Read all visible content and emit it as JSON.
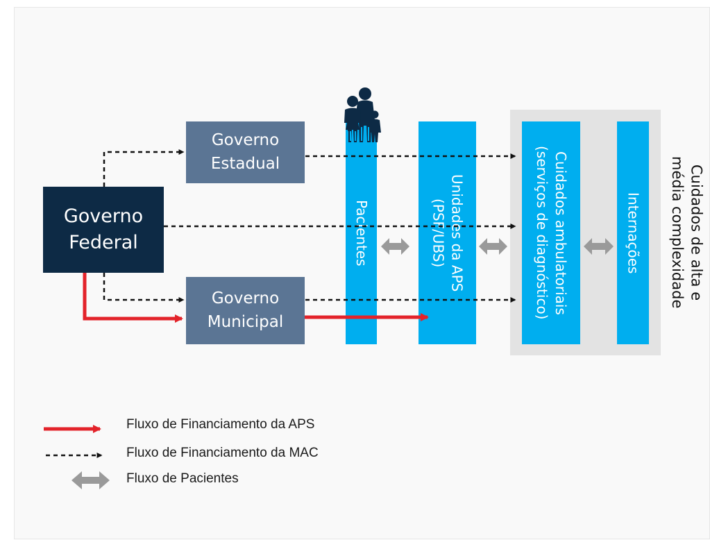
{
  "nodes": {
    "federal": "Governo\nFederal",
    "estadual": "Governo\nEstadual",
    "municipal": "Governo\nMunicipal",
    "pacientes": "Pacientes",
    "aps_units": "Unidades da APS\n(PSF/UBS)",
    "ambulatorios": "Cuidados ambulatoriais\n(serviços de diagnóstico)",
    "internacoes": "Internações",
    "mac_group": "Cuidados de alta e\nmédia complexidade"
  },
  "legend": [
    {
      "label": "Fluxo de Financiamento da APS",
      "style": "solid-red-arrow"
    },
    {
      "label": "Fluxo de Financiamento da MAC",
      "style": "dashed-black-arrow"
    },
    {
      "label": "Fluxo de Pacientes",
      "style": "gray-double-arrow"
    }
  ],
  "colors": {
    "federal": "#0d2a45",
    "government": "#5b7594",
    "column": "#00aeef",
    "mac_background": "#e3e3e3",
    "aps_flow": "#e3232a",
    "mac_flow": "#111111",
    "patient_flow": "#9a9a9a"
  },
  "icons": {
    "patients": "family-icon"
  }
}
